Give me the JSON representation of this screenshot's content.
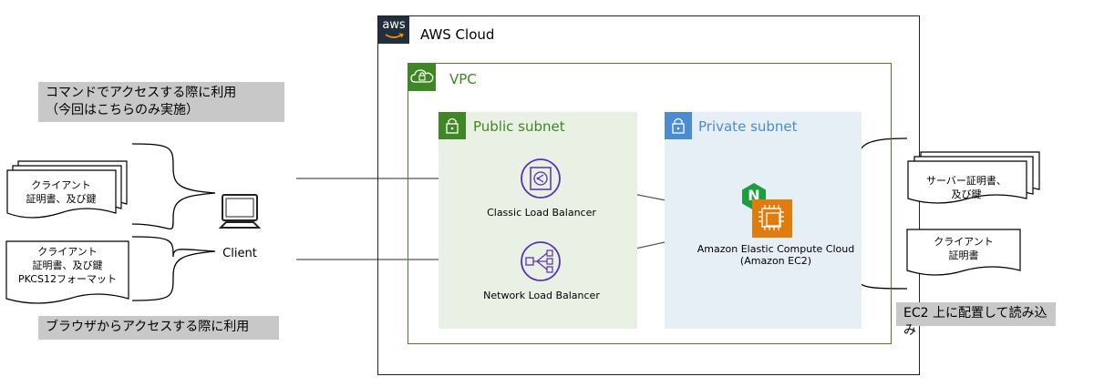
{
  "notes": {
    "top_line1": "コマンドでアクセスする際に利用",
    "top_line2": "（今回はこちらのみ実施）",
    "bottom": "ブラウザからアクセスする際に利用",
    "ec2": "EC2 上に配置して読み込み"
  },
  "client_docs": {
    "doc1": [
      "クライアント",
      "証明書、及び鍵"
    ],
    "doc2": [
      "クライアント",
      "証明書、及び鍵",
      "PKCS12フォーマット"
    ]
  },
  "client": {
    "label": "Client"
  },
  "aws": {
    "logo": "aws",
    "title": "AWS Cloud"
  },
  "vpc": {
    "title": "VPC"
  },
  "public_subnet": {
    "title": "Public subnet"
  },
  "private_subnet": {
    "title": "Private subnet"
  },
  "services": {
    "clb": "Classic Load Balancer",
    "nlb": "Network Load Balancer",
    "ec2_line1": "Amazon Elastic Compute Cloud",
    "ec2_line2": "(Amazon EC2)",
    "nginx": "N"
  },
  "server_docs": {
    "doc1": [
      "サーバー証明書、",
      "及び鍵"
    ],
    "doc2": [
      "クライアント",
      "証明書"
    ]
  },
  "colors": {
    "aws_border": "#222222",
    "vpc_green": "#3f8624",
    "public_bg": "#e9f1e4",
    "private_bg": "#e6eef6",
    "private_blue": "#4d8bd0",
    "elb_purple": "#5a30b5",
    "ec2_orange": "#e07b0e",
    "nginx_green": "#1b9e3e",
    "note_gray": "#c8c8c8"
  }
}
